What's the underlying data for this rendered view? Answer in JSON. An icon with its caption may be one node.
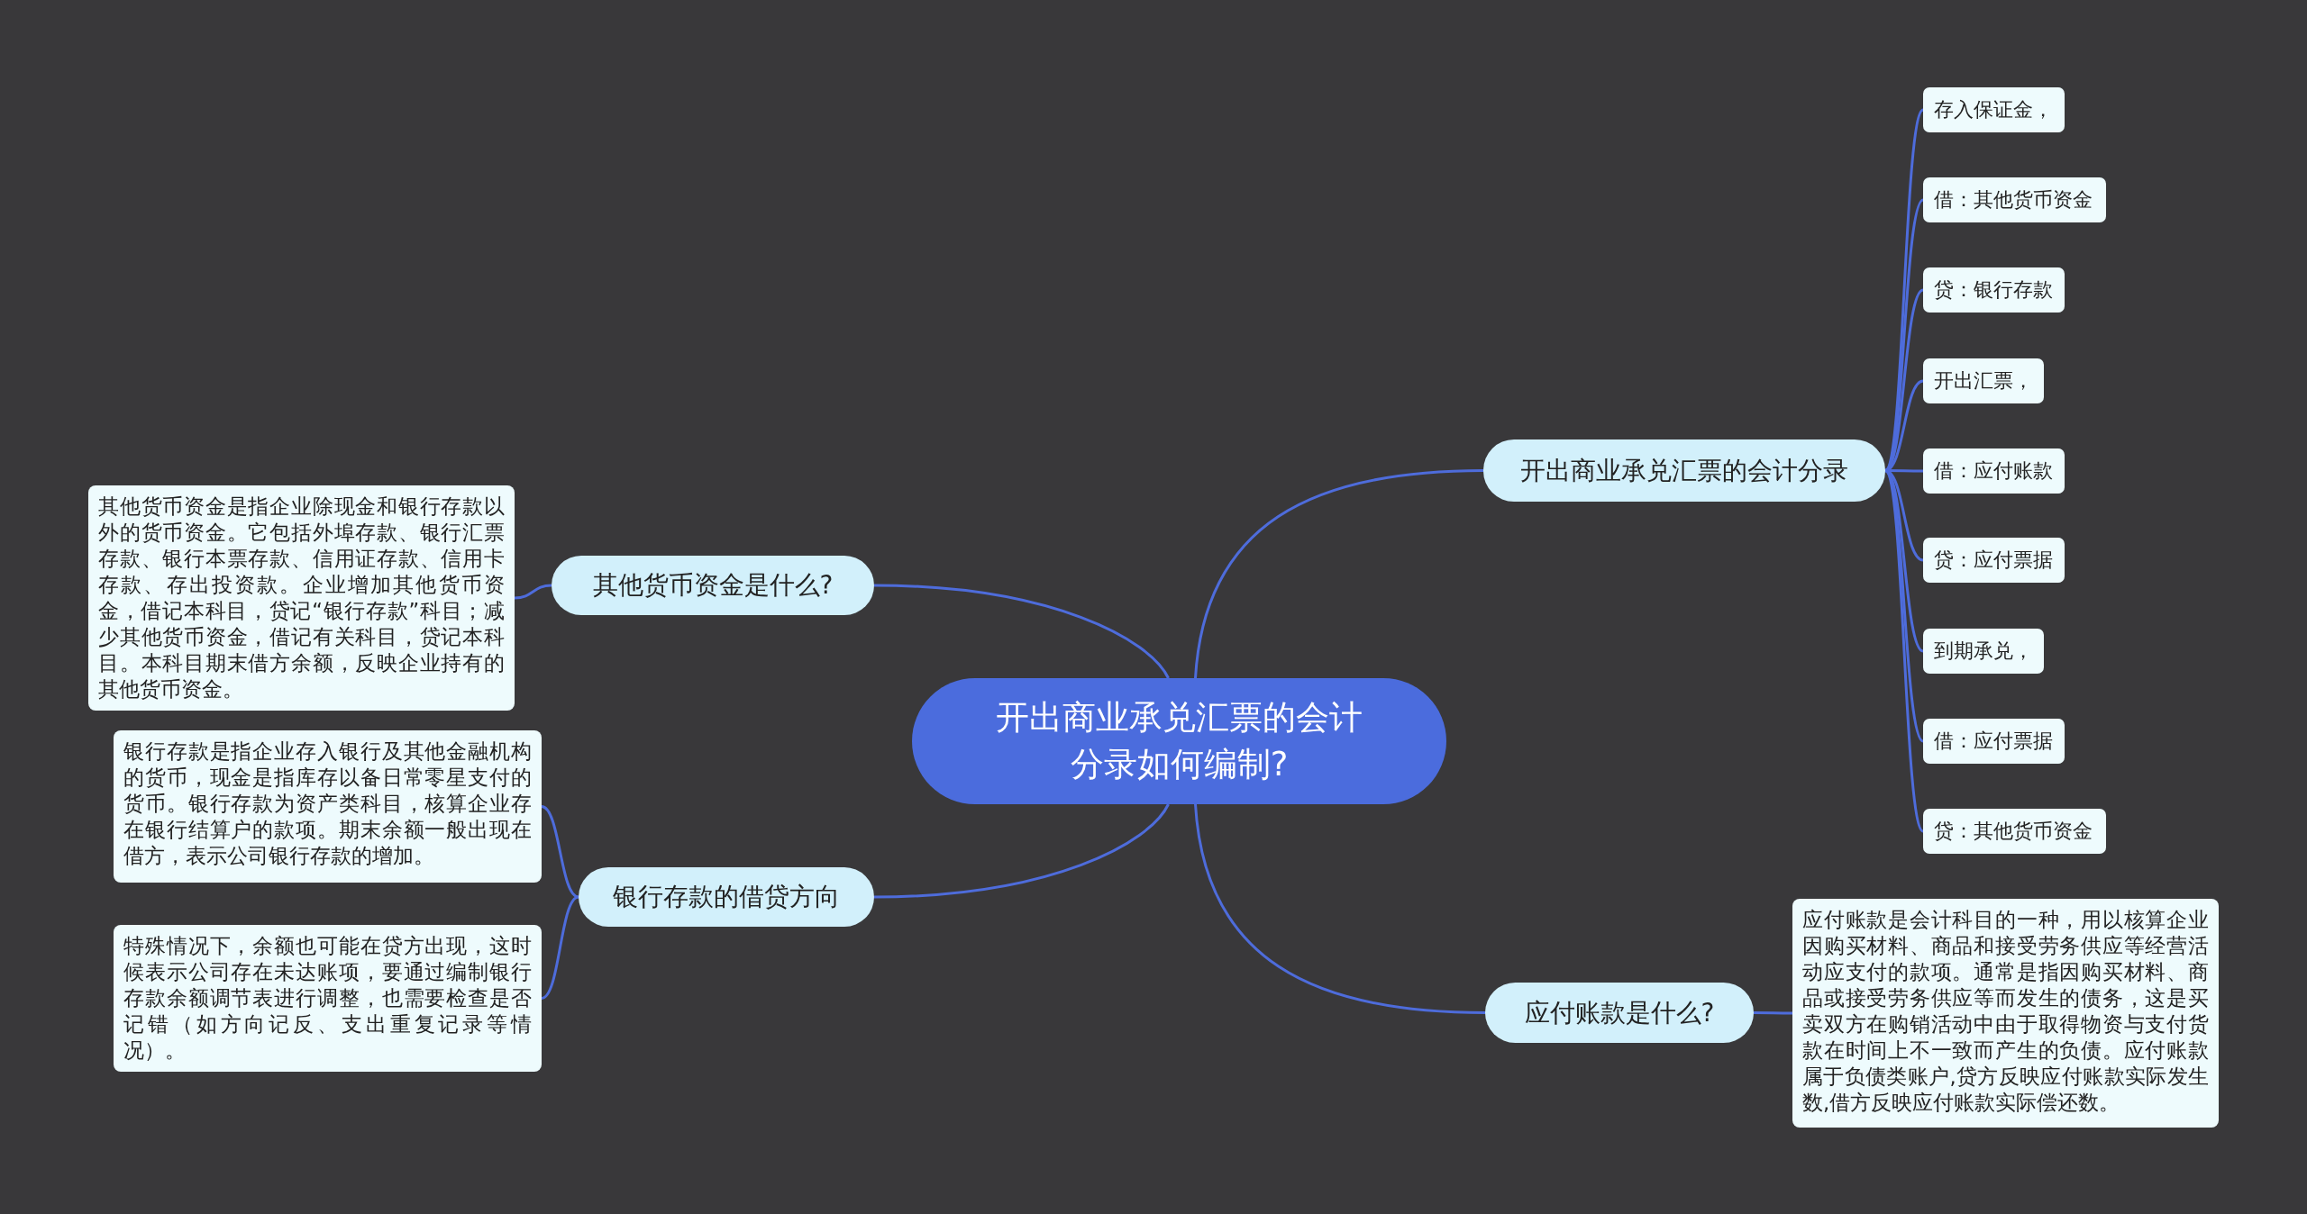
{
  "diagram": {
    "nodes": [
      {
        "text": [
          "开出商业承兑汇票的会计分录如何编制?"
        ]
      },
      {
        "text": [
          "开出商业承兑汇票的会计分录"
        ]
      },
      {
        "text": [
          "存入保证金，"
        ]
      },
      {
        "text": [
          "借：其他货币资金"
        ]
      },
      {
        "text": [
          "贷：银行存款"
        ]
      },
      {
        "text": [
          "开出汇票，"
        ]
      },
      {
        "text": [
          "借：应付账款"
        ]
      },
      {
        "text": [
          "贷：应付票据"
        ]
      },
      {
        "text": [
          "到期承兑，"
        ]
      },
      {
        "text": [
          "借：应付票据"
        ]
      },
      {
        "text": [
          "贷：其他货币资金"
        ]
      },
      {
        "text": [
          "其他货币资金是什么?"
        ]
      },
      {
        "text": [
          "其他货币资金是指企业除现金和银行存款以外的货币资金。它包括外埠存款、银行汇票存款、银行本票存款、信用证存款、信用卡存款、存出投资款。企业增加其他货币资金，借记本科目，贷记“银行存款”科目；减少其他货币资金，借记有关科目，贷记本科目。本科目期末借方余额，反映企业持有的其他货币资金。"
        ]
      },
      {
        "text": [
          "银行存款的借贷方向"
        ]
      },
      {
        "text": [
          "银行存款是指企业存入银行及其他金融机构的货币，现金是指库存以备日常零星支付的货币。银行存款为资产类科目，核算企业存在银行结算户的款项。期末余额一般出现在借方，表示公司银行存款的增加。"
        ]
      },
      {
        "text": [
          "特殊情况下，余额也可能在贷方出现，这时候表示公司存在未达账项，要通过编制银行存款余额调节表进行调整，也需要检查是否记错（如方向记反、支出重复记录等情况）。"
        ]
      },
      {
        "text": [
          "应付账款是什么?"
        ]
      },
      {
        "text": [
          "应付账款是会计科目的一种，用以核算企业因购买材料、商品和接受劳务供应等经营活动应支付的款项。通常是指因购买材料、商品或接受劳务供应等而发生的债务，这是买卖双方在购销活动中由于取得物资与支付货款在时间上不一致而产生的负债。应付账款属于负债类账户,贷方反映应付账款实际发生数,借方反映应付账款实际偿还数。"
        ]
      }
    ],
    "edges": [
      {
        "from": 0,
        "to": 1,
        "arrow": "none"
      },
      {
        "from": 1,
        "to": 2,
        "arrow": "none"
      },
      {
        "from": 1,
        "to": 3,
        "arrow": "none"
      },
      {
        "from": 1,
        "to": 4,
        "arrow": "none"
      },
      {
        "from": 1,
        "to": 5,
        "arrow": "none"
      },
      {
        "from": 1,
        "to": 6,
        "arrow": "none"
      },
      {
        "from": 1,
        "to": 7,
        "arrow": "none"
      },
      {
        "from": 1,
        "to": 8,
        "arrow": "none"
      },
      {
        "from": 1,
        "to": 9,
        "arrow": "none"
      },
      {
        "from": 1,
        "to": 10,
        "arrow": "none"
      },
      {
        "from": 0,
        "to": 11,
        "arrow": "none"
      },
      {
        "from": 11,
        "to": 12,
        "arrow": "none"
      },
      {
        "from": 0,
        "to": 13,
        "arrow": "none"
      },
      {
        "from": 13,
        "to": 14,
        "arrow": "none"
      },
      {
        "from": 13,
        "to": 15,
        "arrow": "none"
      },
      {
        "from": 0,
        "to": 16,
        "arrow": "none"
      },
      {
        "from": 16,
        "to": 17,
        "arrow": "none"
      }
    ]
  }
}
